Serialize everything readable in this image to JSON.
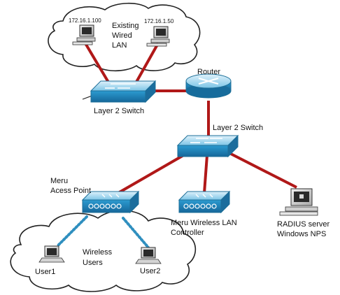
{
  "clouds": {
    "top_label_line1": "Existing",
    "top_label_line2": "Wired",
    "top_label_line3": "LAN",
    "bottom_label_line1": "Wireless",
    "bottom_label_line2": "Users"
  },
  "devices": {
    "pc1_ip": "172.16.1.100",
    "pc2_ip": "172.16.1.50",
    "router": "Router",
    "switch1": "Layer 2 Switch",
    "switch2": "Layer 2 Switch",
    "ap_line1": "Meru",
    "ap_line2": "Acess Point",
    "wlc_line1": "Meru Wireless LAN",
    "wlc_line2": "Controller",
    "radius_line1": "RADIUS server",
    "radius_line2": "Windows NPS",
    "user1": "User1",
    "user2": "User2"
  },
  "colors": {
    "link": "#b01818",
    "device_blue": "#3aa6d6",
    "device_blue_dark": "#1d6f98",
    "device_blue_light": "#bfe3f4",
    "cloud_fill": "#ffffff",
    "cloud_stroke": "#222222",
    "wireless_dots": "#2f8fbf"
  }
}
